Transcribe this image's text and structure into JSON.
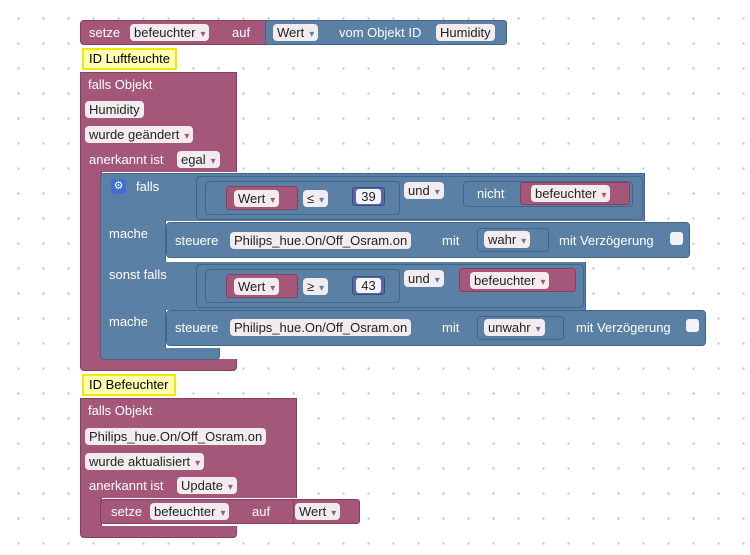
{
  "block1": {
    "set": "setze",
    "var": "befeuchter",
    "to": "auf",
    "value_field": "Wert",
    "of_object": "vom Objekt ID",
    "object_id": "Humidity"
  },
  "comment1": "ID Luftfeuchte",
  "trigger1": {
    "if_object": "falls Objekt",
    "object_id": "Humidity",
    "condition": "wurde geändert",
    "acknowledged_label": "anerkannt ist",
    "acknowledged_value": "egal",
    "ifelse": {
      "if_label": "falls",
      "cond1": {
        "field": "Wert",
        "op": "≤",
        "value": "39",
        "and": "und",
        "not": "nicht",
        "var": "befeuchter"
      },
      "do1": {
        "label": "mache",
        "control": "steuere",
        "target": "Philips_hue.On/Off_Osram.on",
        "with": "mit",
        "value": "wahr",
        "delay": "mit Verzögerung"
      },
      "elseif_label": "sonst falls",
      "cond2": {
        "field": "Wert",
        "op": "≥",
        "value": "43",
        "and": "und",
        "var": "befeuchter"
      },
      "do2": {
        "label": "mache",
        "control": "steuere",
        "target": "Philips_hue.On/Off_Osram.on",
        "with": "mit",
        "value": "unwahr",
        "delay": "mit Verzögerung"
      }
    }
  },
  "comment2": "ID Befeuchter",
  "trigger2": {
    "if_object": "falls Objekt",
    "object_id": "Philips_hue.On/Off_Osram.on",
    "condition": "wurde aktualisiert",
    "acknowledged_label": "anerkannt ist",
    "acknowledged_value": "Update",
    "set": {
      "label": "setze",
      "var": "befeuchter",
      "to": "auf",
      "value": "Wert"
    }
  }
}
